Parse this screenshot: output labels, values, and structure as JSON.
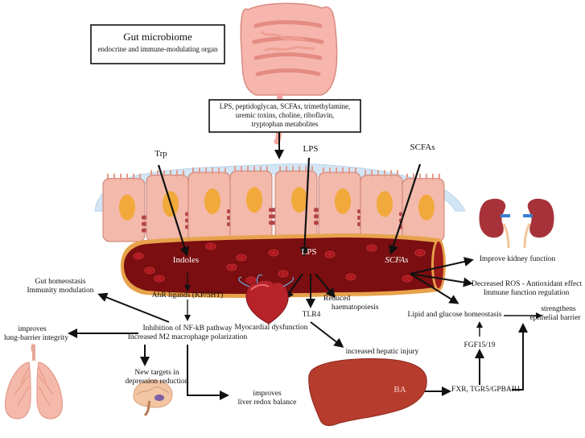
{
  "header_box": {
    "title": "Gut microbiome",
    "subtitle": "endocrine and immune-modulating organ"
  },
  "metabolites_box": {
    "line1": "LPS, peptidoglycan, SCFAs, trimethylamine,",
    "line2": "uremic toxins, choline, riboflavin,",
    "line3": "tryptophan metabolites"
  },
  "inputs": {
    "trp": "Trp",
    "lps": "LPS",
    "scfas": "SCFAs"
  },
  "vessel_labels": {
    "indoles": "Indoles",
    "lps": "LPS",
    "scfas": "SCFAs"
  },
  "left_pathway": {
    "ahr": "AhR ligands (KP/5HT)",
    "nfkb_line1": "Inhibition of NF-kB pathway",
    "nfkb_line2": "Increased M2 macrophage polarization",
    "gut_line1": "Gut homeostasis",
    "gut_line2": "Immunity modulation",
    "lung_line1": "improves",
    "lung_line2": "lung-barrier integrity",
    "depr_line1": "New targets in",
    "depr_line2": "depression reduction",
    "liver_line1": "improves",
    "liver_line2": "liver redox balance"
  },
  "middle_pathway": {
    "myocardial": "Myocardial dysfunction",
    "tlr4": "TLR4",
    "haemato_line1": "Reduced",
    "haemato_line2": "haematopoiesis",
    "hepatic": "increased hepatic injury"
  },
  "right_pathway": {
    "kidney": "Improve kidney function",
    "ros_line1": "Decreased ROS - Antioxidant effect",
    "ros_line2": "Immune function regulation",
    "lipid": "Lipid and glucose homeostasis",
    "barrier_line1": "strengthens",
    "barrier_line2": "epithelial barrier",
    "fgf": "FGF15/19",
    "fxr": "FXR, TGR5/GPBAR1",
    "ba": "BA"
  },
  "colors": {
    "vessel": "#7a0e10",
    "vessel_rim": "#e8a24a",
    "cell": "#f3b9ab",
    "nucleus": "#f2a93b",
    "mucus": "#cfe3f3",
    "liver": "#b53c2f",
    "kidney": "#a8323a",
    "lung": "#f3b7a8",
    "intestine": "#f4a39a"
  },
  "icons": [
    "intestine-icon",
    "heart-icon",
    "kidney-icon",
    "lung-icon",
    "brain-icon",
    "liver-icon"
  ]
}
